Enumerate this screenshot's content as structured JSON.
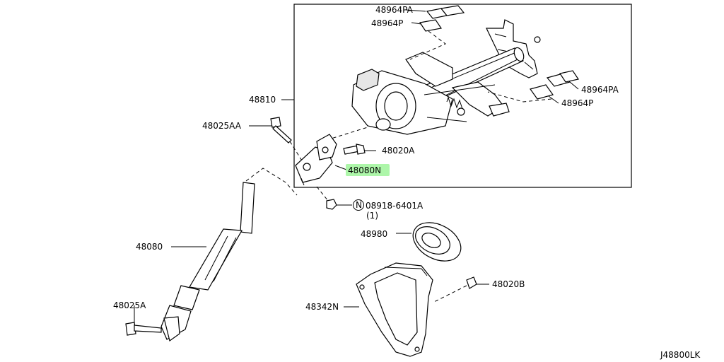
{
  "figure_code": "J48800LK",
  "highlight_color": "#9ff59a",
  "callouts": {
    "c48964PA_top": "48964PA",
    "c48964P_top": "48964P",
    "c48964PA_right": "48964PA",
    "c48964P_right": "48964P",
    "c48810": "48810",
    "c48025AA": "48025AA",
    "c48020A": "48020A",
    "c48080N": "48080N",
    "c08918": "08918-6401A",
    "c08918_qty": "(1)",
    "c08918_symbol": "N",
    "c48980": "48980",
    "c48080": "48080",
    "c48020B": "48020B",
    "c48025A": "48025A",
    "c48342N": "48342N"
  }
}
